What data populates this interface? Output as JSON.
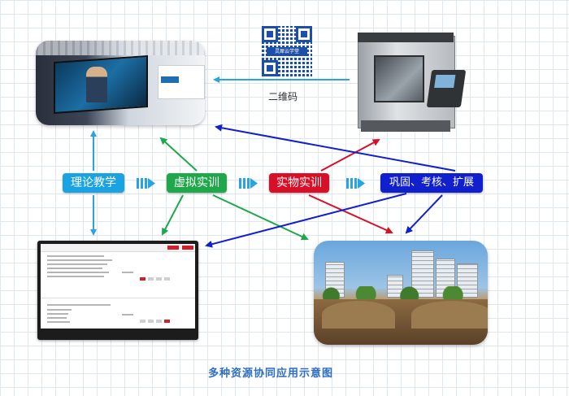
{
  "nodes": {
    "theory": "理论教学",
    "virtual": "虚拟实训",
    "physical": "实物实训",
    "extend": "巩固、考核、扩展"
  },
  "qr_caption": "二维码",
  "qr_label": "灵犀云学堂",
  "caption": "多种资源协同应用示意图",
  "colors": {
    "theory": "#1aa3e2",
    "virtual": "#1ea84a",
    "physical": "#d80f27",
    "extend": "#1020cc",
    "caption": "#2d6ec2"
  },
  "images": {
    "lecture": "classroom-lecture-photo",
    "machine": "cnc-machine-photo",
    "qrcode": "qr-code",
    "tablet": "tablet-quiz-screenshot",
    "scene": "construction-site-3d-scene"
  }
}
